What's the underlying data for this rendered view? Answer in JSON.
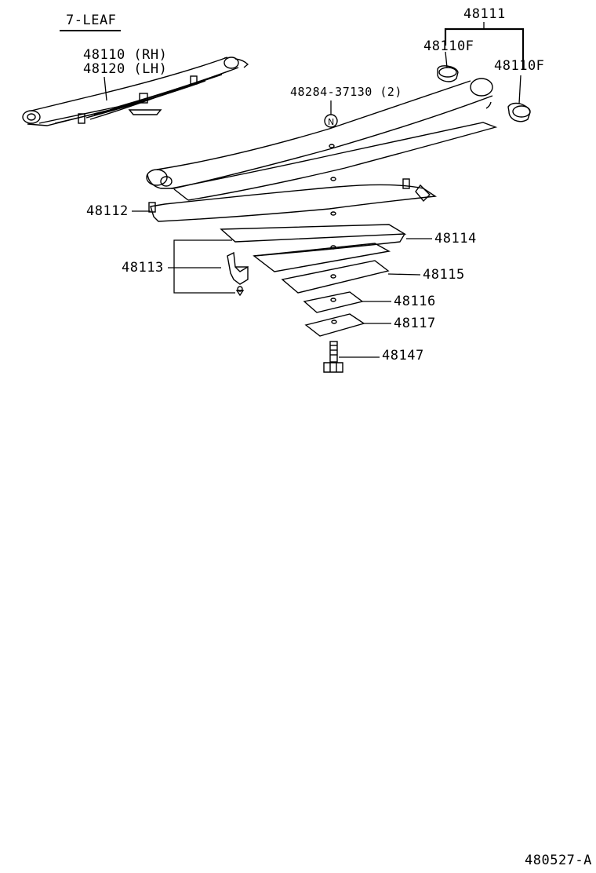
{
  "diagram": {
    "variant_label": "7-LEAF",
    "figure_code": "480527-A",
    "parts": {
      "spring_assembly_rh": "48110 (RH)",
      "spring_assembly_lh": "48120 (LH)",
      "leaf_no1": "48111",
      "bushing_left": "48110F",
      "bushing_right": "48110F",
      "nut_ref": "48284-37130 (2)",
      "nut_symbol": "N",
      "leaf_no2": "48112",
      "clip": "48113",
      "leaf_no3": "48114",
      "leaf_no4": "48115",
      "leaf_no5": "48116",
      "leaf_no6": "48117",
      "center_bolt": "48147"
    }
  }
}
